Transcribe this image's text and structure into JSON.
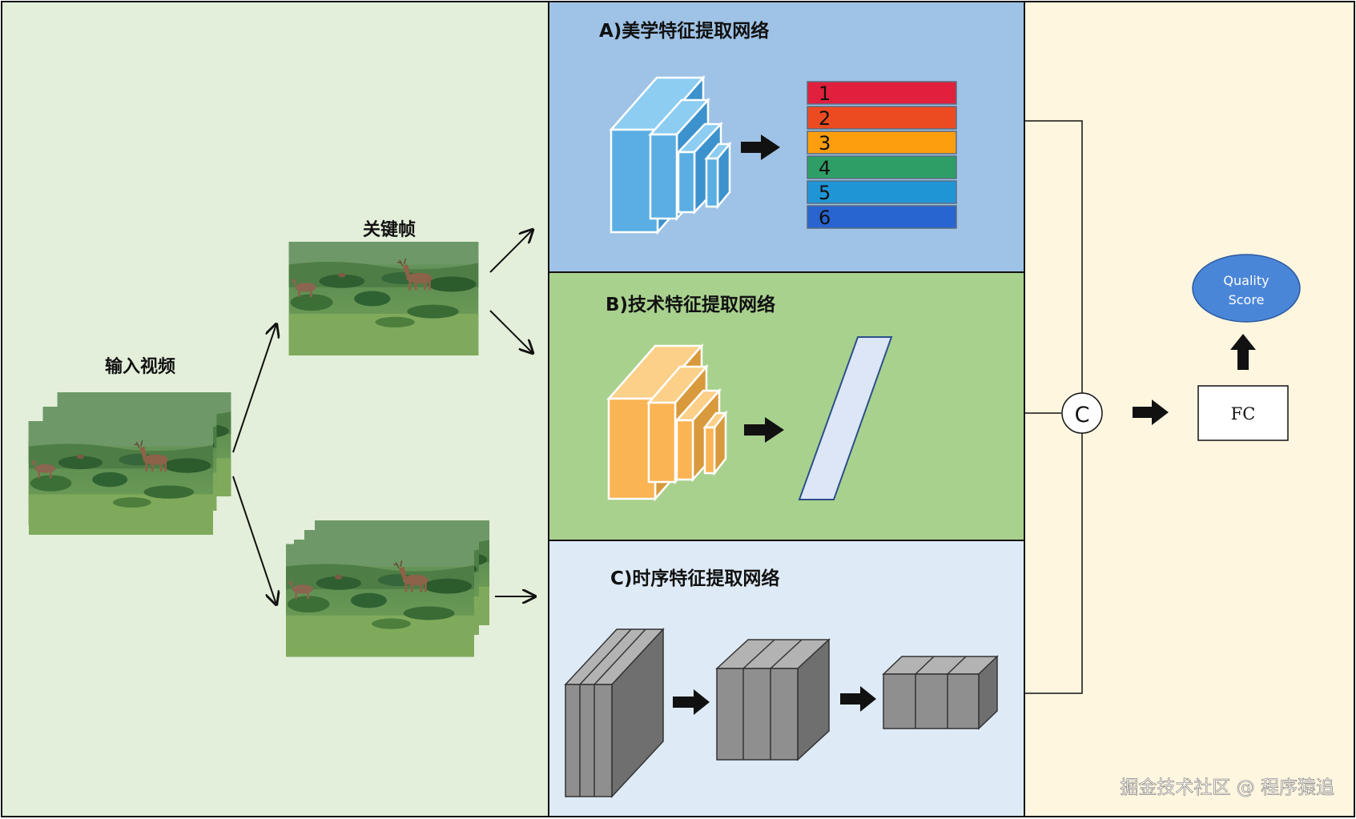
{
  "input": {
    "title": "输入视频"
  },
  "keyframes": {
    "title": "关键帧"
  },
  "aesthetic": {
    "title": "A)美学特征提取网络",
    "bars": [
      {
        "label": "1",
        "color": "#e0203c"
      },
      {
        "label": "2",
        "color": "#ec4b22"
      },
      {
        "label": "3",
        "color": "#fc9e0e"
      },
      {
        "label": "4",
        "color": "#2f9e66"
      },
      {
        "label": "5",
        "color": "#1f95d6"
      },
      {
        "label": "6",
        "color": "#2865d0"
      }
    ]
  },
  "technical": {
    "title": "B)技术特征提取网络"
  },
  "temporal": {
    "title": "C)时序特征提取网络"
  },
  "concat": {
    "symbol": "C"
  },
  "fc": {
    "label": "FC"
  },
  "quality": {
    "line1": "Quality",
    "line2": "Score"
  },
  "watermark": "掘金技术社区 @ 程序猿追",
  "colors": {
    "left_bg": "#e3efda",
    "aesthetic_bg": "#9fc3e6",
    "technical_bg": "#a9d18e",
    "temporal_bg": "#deebf7",
    "right_bg": "#fff6e0",
    "blue_block": "#5aaee3",
    "orange_block": "#fbb454",
    "gray_block": "#8f8f8f",
    "ellipse": "#4a86d8"
  }
}
